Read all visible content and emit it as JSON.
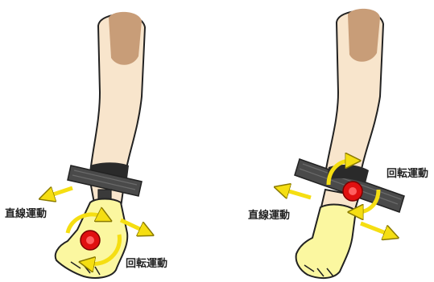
{
  "left_panel": {
    "linear_label": "直線運動",
    "rotation_label": "回転運動"
  },
  "right_panel": {
    "linear_label": "直線運動",
    "rotation_label": "回転運動"
  },
  "colors": {
    "skin": "#f8e5cc",
    "elbow": "#c89d78",
    "glove": "#fbf7a0",
    "device": "#4a4a4a",
    "device_dark": "#2a2a2a",
    "knob": "#e01010",
    "arrow": "#f5de12"
  }
}
